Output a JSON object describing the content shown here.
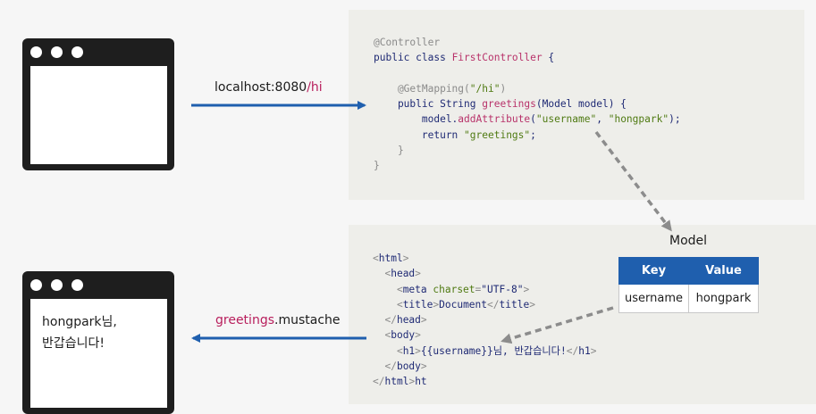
{
  "request": {
    "url_prefix": "localhost:8080",
    "url_path": "/hi"
  },
  "response": {
    "template_name": "greetings",
    "template_ext": ".mustache"
  },
  "browser_result": {
    "line1": "hongpark님,",
    "line2": "반갑습니다!"
  },
  "controller_code": [
    [
      {
        "t": "@Controller",
        "c": "ann"
      }
    ],
    [
      {
        "t": "public class ",
        "c": "kw"
      },
      {
        "t": "FirstController",
        "c": "cls"
      },
      {
        "t": " {",
        "c": "kw"
      }
    ],
    [],
    [
      {
        "t": "    @GetMapping(",
        "c": "ann"
      },
      {
        "t": "\"/hi\"",
        "c": "str"
      },
      {
        "t": ")",
        "c": "ann"
      }
    ],
    [
      {
        "t": "    public String ",
        "c": "kw"
      },
      {
        "t": "greetings",
        "c": "cls"
      },
      {
        "t": "(Model model) {",
        "c": "kw"
      }
    ],
    [
      {
        "t": "        model.",
        "c": "kw"
      },
      {
        "t": "addAttribute",
        "c": "cls"
      },
      {
        "t": "(",
        "c": "kw"
      },
      {
        "t": "\"username\"",
        "c": "str"
      },
      {
        "t": ", ",
        "c": "kw"
      },
      {
        "t": "\"hongpark\"",
        "c": "str"
      },
      {
        "t": ");",
        "c": "kw"
      }
    ],
    [
      {
        "t": "        return ",
        "c": "kw"
      },
      {
        "t": "\"greetings\"",
        "c": "str"
      },
      {
        "t": ";",
        "c": "kw"
      }
    ],
    [
      {
        "t": "    }",
        "c": "ann"
      }
    ],
    [
      {
        "t": "}",
        "c": "ann"
      }
    ]
  ],
  "view_code": [
    [
      {
        "t": "<",
        "c": "tag"
      },
      {
        "t": "html",
        "c": "kw"
      },
      {
        "t": ">",
        "c": "tag"
      }
    ],
    [
      {
        "t": "  <",
        "c": "tag"
      },
      {
        "t": "head",
        "c": "kw"
      },
      {
        "t": ">",
        "c": "tag"
      }
    ],
    [
      {
        "t": "    <",
        "c": "tag"
      },
      {
        "t": "meta ",
        "c": "kw"
      },
      {
        "t": "charset",
        "c": "attr"
      },
      {
        "t": "=",
        "c": "tag"
      },
      {
        "t": "\"UTF-8\"",
        "c": "kw"
      },
      {
        "t": ">",
        "c": "tag"
      }
    ],
    [
      {
        "t": "    <",
        "c": "tag"
      },
      {
        "t": "title",
        "c": "kw"
      },
      {
        "t": ">",
        "c": "tag"
      },
      {
        "t": "Document",
        "c": "kw"
      },
      {
        "t": "</",
        "c": "tag"
      },
      {
        "t": "title",
        "c": "kw"
      },
      {
        "t": ">",
        "c": "tag"
      }
    ],
    [
      {
        "t": "  </",
        "c": "tag"
      },
      {
        "t": "head",
        "c": "kw"
      },
      {
        "t": ">",
        "c": "tag"
      }
    ],
    [
      {
        "t": "  <",
        "c": "tag"
      },
      {
        "t": "body",
        "c": "kw"
      },
      {
        "t": ">",
        "c": "tag"
      }
    ],
    [
      {
        "t": "    <",
        "c": "tag"
      },
      {
        "t": "h1",
        "c": "kw"
      },
      {
        "t": ">",
        "c": "tag"
      },
      {
        "t": "{{username}}님, 반갑습니다!",
        "c": "kw"
      },
      {
        "t": "</",
        "c": "tag"
      },
      {
        "t": "h1",
        "c": "kw"
      },
      {
        "t": ">",
        "c": "tag"
      }
    ],
    [
      {
        "t": "  </",
        "c": "tag"
      },
      {
        "t": "body",
        "c": "kw"
      },
      {
        "t": ">",
        "c": "tag"
      }
    ],
    [
      {
        "t": "</",
        "c": "tag"
      },
      {
        "t": "html",
        "c": "kw"
      },
      {
        "t": ">",
        "c": "tag"
      },
      {
        "t": "ht",
        "c": "kw"
      }
    ]
  ],
  "model": {
    "label": "Model",
    "headers": [
      "Key",
      "Value"
    ],
    "rows": [
      [
        "username",
        "hongpark"
      ]
    ]
  },
  "colors": {
    "arrow_blue": "#1f5fae",
    "accent_pink": "#b81e5c",
    "dash_gray": "#8c8c8c"
  }
}
